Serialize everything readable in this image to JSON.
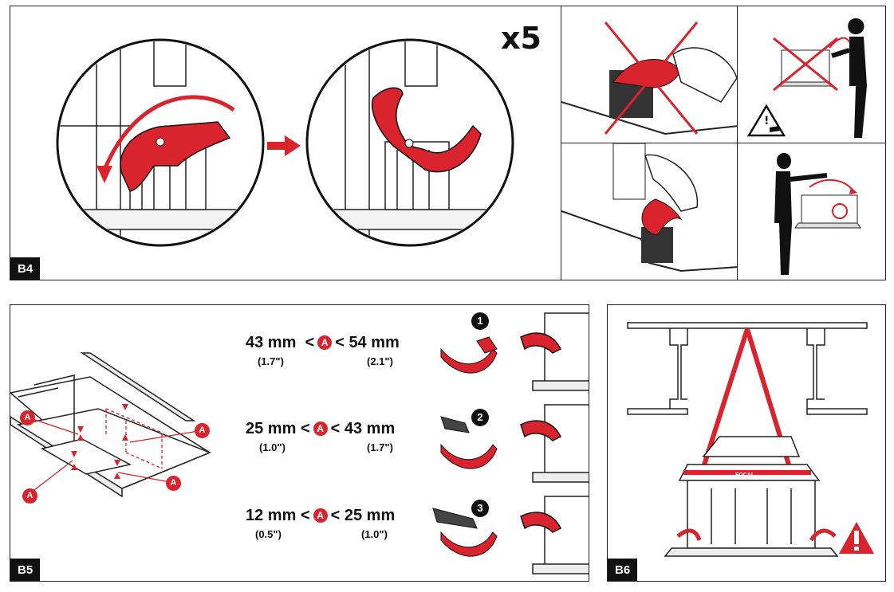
{
  "panels": {
    "b4": {
      "tag": "B4",
      "multiplier": "x5"
    },
    "b5": {
      "tag": "B5",
      "callout_letter": "A",
      "rows": [
        {
          "step": "1",
          "min": "43 mm",
          "max": "54 mm",
          "min_in": "(1.7\")",
          "max_in": "(2.1\")"
        },
        {
          "step": "2",
          "min": "25 mm",
          "max": "43 mm",
          "min_in": "(1.0\")",
          "max_in": "(1.7\")"
        },
        {
          "step": "3",
          "min": "12 mm",
          "max": "25 mm",
          "min_in": "(0.5\")",
          "max_in": "(1.0\")"
        }
      ],
      "lt": "<"
    },
    "b6": {
      "tag": "B6",
      "brand_label": "FOCAL"
    }
  },
  "colors": {
    "accent_red": "#d9232d",
    "ink": "#111111"
  }
}
